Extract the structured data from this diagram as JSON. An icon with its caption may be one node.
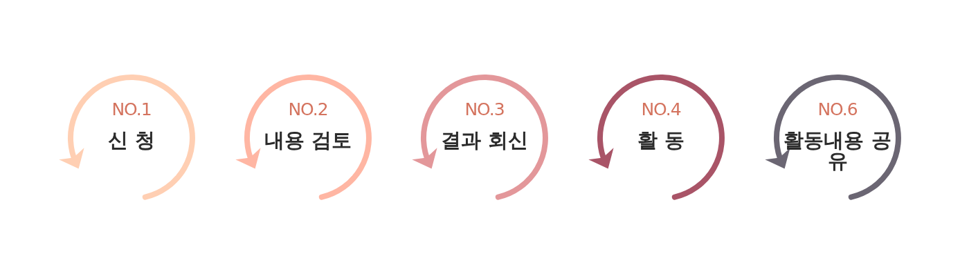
{
  "diagram": {
    "nodes": [
      {
        "text": [
          "NO.1",
          "신 청"
        ]
      },
      {
        "text": [
          "NO.2",
          "내용 검토"
        ]
      },
      {
        "text": [
          "NO.3",
          "결과 회신"
        ]
      },
      {
        "text": [
          "NO.4",
          "활 동"
        ]
      },
      {
        "text": [
          "NO.6",
          "활동내용 공유"
        ]
      }
    ]
  }
}
